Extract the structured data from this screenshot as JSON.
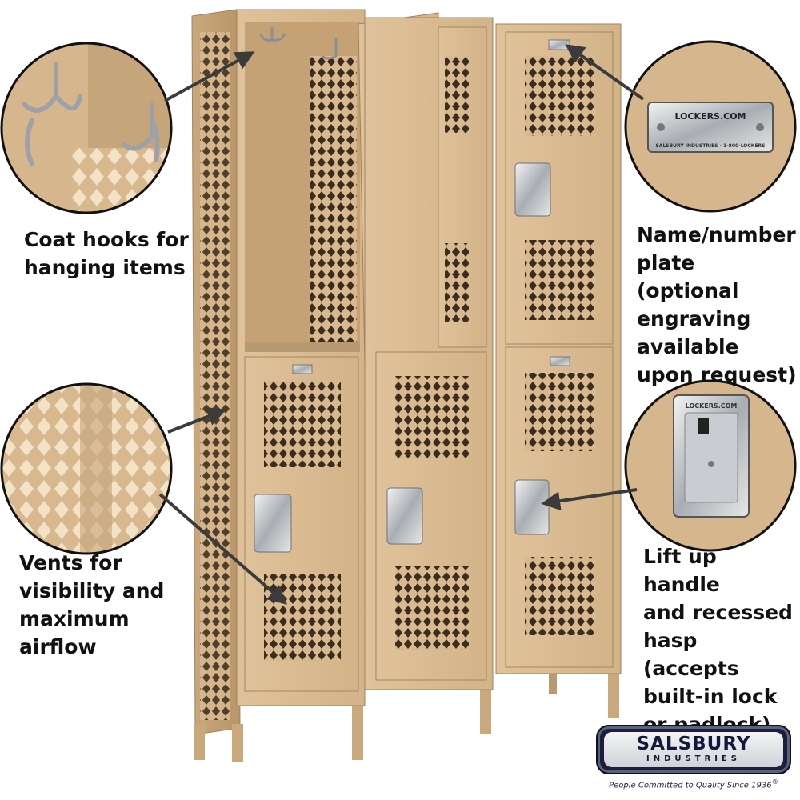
{
  "captions": {
    "coat_hooks": "Coat hooks for\nhanging items",
    "vents": "Vents for\nvisibility and\nmaximum\nairflow",
    "name_plate": "Name/number\nplate (optional\nengraving\navailable\nupon request)",
    "handle": "Lift up handle\nand recessed\nhasp (accepts\nbuilt-in lock\nor padlock)"
  },
  "callouts": [
    {
      "name": "coat-hooks-detail",
      "depicts": "coat hooks"
    },
    {
      "name": "vents-detail",
      "depicts": "diamond vent perforations"
    },
    {
      "name": "name-plate-detail",
      "depicts": "number plate",
      "plate_line_1": "LOCKERS.COM",
      "plate_line_2": "SALSBURY INDUSTRIES · 1-800-LOCKERS"
    },
    {
      "name": "handle-detail",
      "depicts": "recessed handle",
      "handle_text": "LOCKERS.COM"
    }
  ],
  "brand": {
    "name": "SALSBURY",
    "subname": "INDUSTRIES",
    "tagline": "People Committed to Quality Since 1936",
    "tagline_mark": "®"
  },
  "colors": {
    "locker_tan": "#d8b88e",
    "locker_shadow": "#b89a72",
    "vent_dark": "#3a2d1e",
    "arrow": "#3b3b3b",
    "brand_navy": "#1a1f3c"
  }
}
